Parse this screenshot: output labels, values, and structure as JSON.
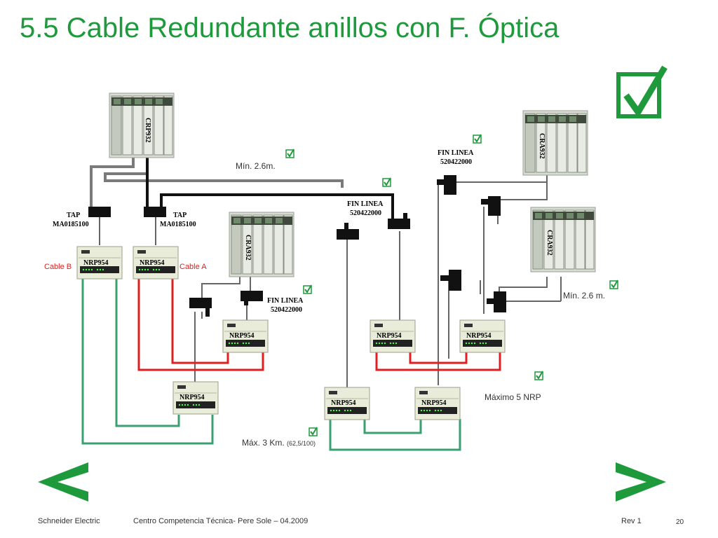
{
  "title": "5.5 Cable Redundante anillos con F. Óptica",
  "labels": {
    "crp": "CRP932",
    "cra": "CRA932",
    "nrp": "NRP954",
    "tap": "TAP",
    "tap_ref": "MA0185100",
    "fin_linea": "FIN LINEA",
    "fin_ref": "520422000",
    "cable_a": "Cable A",
    "cable_b": "Cable B",
    "min_top": "Mín. 2.6m.",
    "min_right": "Mín. 2.6 m.",
    "max_nrp": "Máximo 5 NRP",
    "max_km": "Máx. 3 Km.",
    "max_km_small": "(62,5/100)"
  },
  "colors": {
    "accent_green": "#1e9a3c",
    "copper_red": "#e02020",
    "fiber_green": "#3aa070",
    "coax_gray": "#7a7a7a"
  },
  "icons": [
    "check-box-icon",
    "arrow-left-icon",
    "arrow-right-icon"
  ],
  "footer": {
    "company": "Schneider Electric",
    "center": "Centro Competencia Técnica- Pere Sole – 04.2009",
    "rev": "Rev 1",
    "page": "20"
  }
}
